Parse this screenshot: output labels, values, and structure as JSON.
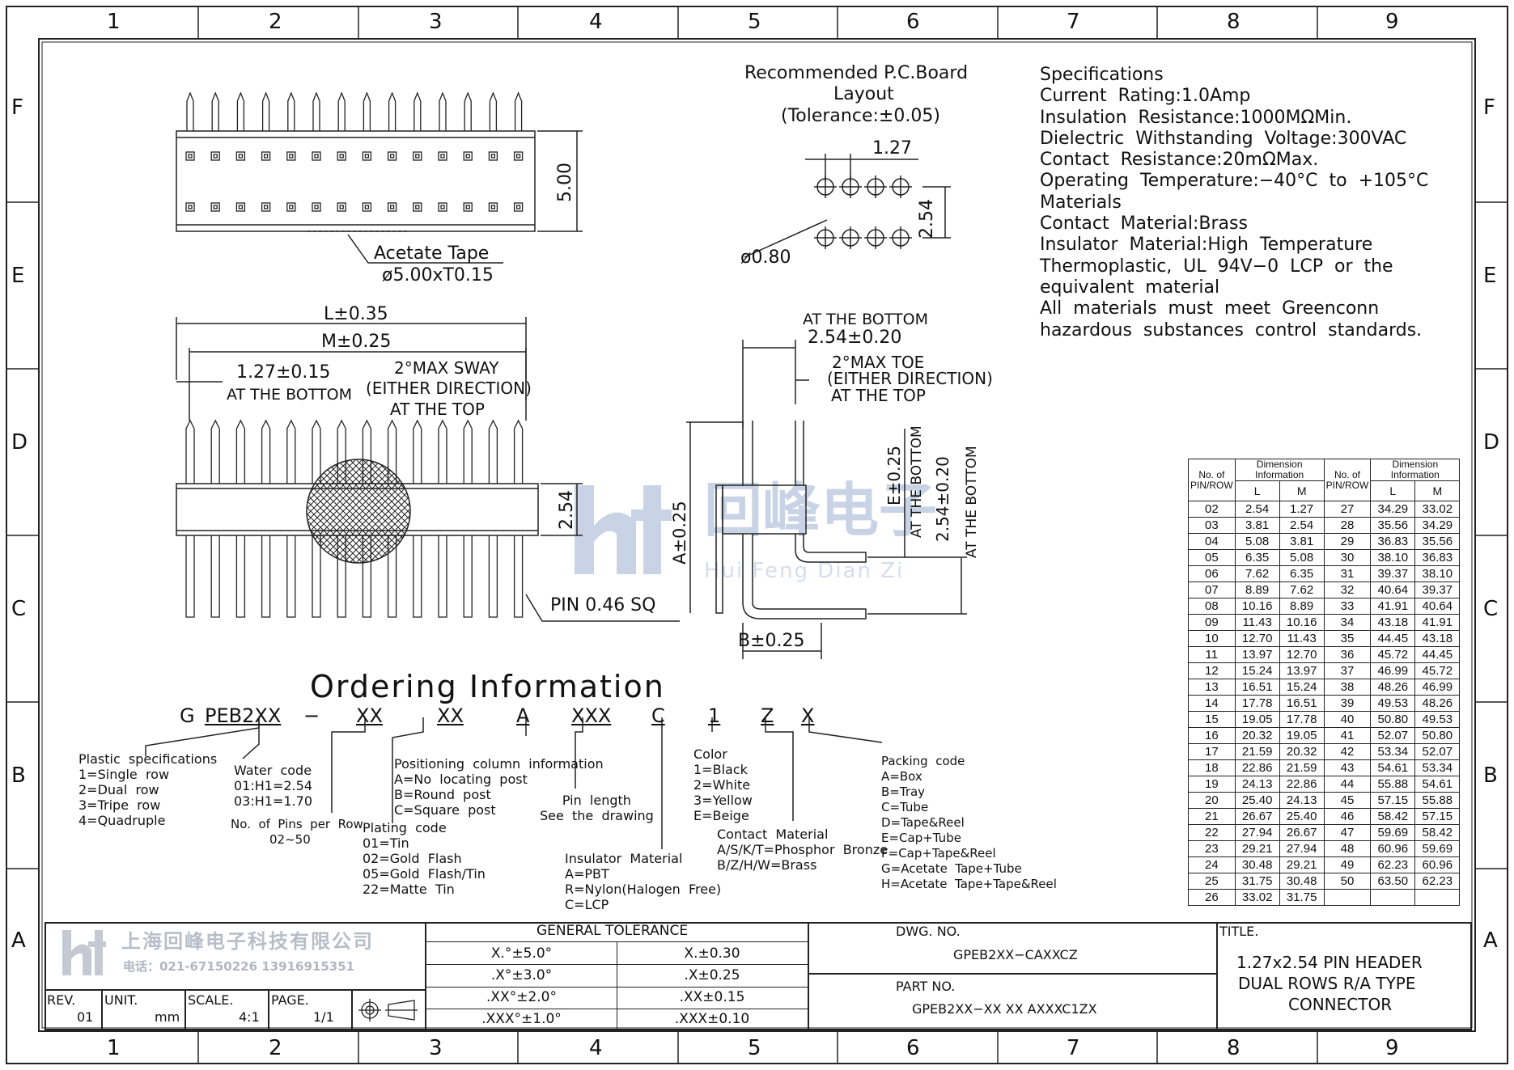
{
  "border": {
    "columns": [
      "1",
      "2",
      "3",
      "4",
      "5",
      "6",
      "7",
      "8",
      "9"
    ],
    "rows": [
      "F",
      "E",
      "D",
      "C",
      "B",
      "A"
    ]
  },
  "pcb_layout": {
    "title_line1": "Recommended P.C.Board",
    "title_line2": "Layout",
    "tolerance": "(Tolerance:±0.05)",
    "pitch": "1.27",
    "row_spacing": "2.54",
    "hole_dia": "ø0.80"
  },
  "specifications": {
    "lines": [
      "Specifications",
      "Current  Rating:1.0Amp",
      "Insulation  Resistance:1000MΩMin.",
      "Dielectric  Withstanding  Voltage:300VAC",
      "Contact  Resistance:20mΩMax.",
      "Operating  Temperature:−40°C  to  +105°C",
      "Materials",
      "Contact  Material:Brass",
      "Insulator  Material:High  Temperature",
      "Thermoplastic,  UL  94V−0  LCP  or  the",
      "equivalent  material",
      "All  materials  must  meet  Greenconn",
      "hazardous  substances  control  standards."
    ]
  },
  "top_view": {
    "height_dim": "5.00",
    "tape_label": "Acetate  Tape",
    "tape_size": "ø5.00xT0.15"
  },
  "front_view": {
    "l_dim": "L±0.35",
    "m_dim": "M±0.25",
    "pitch_dim": "1.27±0.15",
    "pitch_note": "AT THE BOTTOM",
    "sway_1": "2°MAX SWAY",
    "sway_2": "(EITHER DIRECTION)",
    "sway_3": "AT THE TOP",
    "row_dim": "2.54",
    "pin_label": "PIN  0.46  SQ"
  },
  "side_view": {
    "bottom_note": "AT THE BOTTOM",
    "bottom_dim": "2.54±0.20",
    "toe_1": "2°MAX TOE",
    "toe_2": "(EITHER DIRECTION)",
    "toe_3": "AT THE TOP",
    "a_dim": "A±0.25",
    "e_dim": "E±0.25",
    "e_note": "AT THE BOTTOM",
    "v_dim": "2.54±0.20",
    "v_note": "AT THE BOTTOM",
    "b_dim": "B±0.25"
  },
  "watermark": {
    "cn": "回峰电子",
    "en": "Hui Feng Dian Zi"
  },
  "ordering": {
    "title": "Ordering  Information",
    "code_parts": [
      "G",
      "PEB2XX",
      "−",
      "XX",
      "XX",
      "A",
      "XXX",
      "C",
      "1",
      "Z",
      "X"
    ],
    "plastic": [
      "Plastic  specifications",
      "1=Single  row",
      "2=Dual  row",
      "3=Tripe  row",
      "4=Quadruple"
    ],
    "water": [
      "Water  code",
      "01:H1=2.54",
      "03:H1=1.70"
    ],
    "pins": [
      "No.  of  Pins  per  Row",
      "02~50"
    ],
    "positioning": [
      "Positioning  column  information",
      "A=No  locating  post",
      "B=Round  post",
      "C=Square  post"
    ],
    "plating": [
      "Plating  code",
      "01=Tin",
      "02=Gold  Flash",
      "05=Gold  Flash/Tin",
      "22=Matte  Tin"
    ],
    "pin_length": [
      "Pin  length",
      "See  the  drawing"
    ],
    "insulator": [
      "Insulator  Material",
      "A=PBT",
      "R=Nylon(Halogen  Free)",
      "C=LCP"
    ],
    "color": [
      "Color",
      "1=Black",
      "2=White",
      "3=Yellow",
      "E=Beige"
    ],
    "contact": [
      "Contact  Material",
      "A/S/K/T=Phosphor  Bronze",
      "B/Z/H/W=Brass"
    ],
    "packing": [
      "Packing  code",
      "A=Box",
      "B=Tray",
      "C=Tube",
      "D=Tape&Reel",
      "E=Cap+Tube",
      "F=Cap+Tape&Reel",
      "G=Acetate  Tape+Tube",
      "H=Acetate  Tape+Tape&Reel"
    ]
  },
  "dim_table": {
    "h_pins": "No. of PIN/ROW",
    "h_dim": "Dimension Information",
    "h_l": "L",
    "h_m": "M",
    "rows": [
      [
        "02",
        "2.54",
        "1.27",
        "27",
        "34.29",
        "33.02"
      ],
      [
        "03",
        "3.81",
        "2.54",
        "28",
        "35.56",
        "34.29"
      ],
      [
        "04",
        "5.08",
        "3.81",
        "29",
        "36.83",
        "35.56"
      ],
      [
        "05",
        "6.35",
        "5.08",
        "30",
        "38.10",
        "36.83"
      ],
      [
        "06",
        "7.62",
        "6.35",
        "31",
        "39.37",
        "38.10"
      ],
      [
        "07",
        "8.89",
        "7.62",
        "32",
        "40.64",
        "39.37"
      ],
      [
        "08",
        "10.16",
        "8.89",
        "33",
        "41.91",
        "40.64"
      ],
      [
        "09",
        "11.43",
        "10.16",
        "34",
        "43.18",
        "41.91"
      ],
      [
        "10",
        "12.70",
        "11.43",
        "35",
        "44.45",
        "43.18"
      ],
      [
        "11",
        "13.97",
        "12.70",
        "36",
        "45.72",
        "44.45"
      ],
      [
        "12",
        "15.24",
        "13.97",
        "37",
        "46.99",
        "45.72"
      ],
      [
        "13",
        "16.51",
        "15.24",
        "38",
        "48.26",
        "46.99"
      ],
      [
        "14",
        "17.78",
        "16.51",
        "39",
        "49.53",
        "48.26"
      ],
      [
        "15",
        "19.05",
        "17.78",
        "40",
        "50.80",
        "49.53"
      ],
      [
        "16",
        "20.32",
        "19.05",
        "41",
        "52.07",
        "50.80"
      ],
      [
        "17",
        "21.59",
        "20.32",
        "42",
        "53.34",
        "52.07"
      ],
      [
        "18",
        "22.86",
        "21.59",
        "43",
        "54.61",
        "53.34"
      ],
      [
        "19",
        "24.13",
        "22.86",
        "44",
        "55.88",
        "54.61"
      ],
      [
        "20",
        "25.40",
        "24.13",
        "45",
        "57.15",
        "55.88"
      ],
      [
        "21",
        "26.67",
        "25.40",
        "46",
        "58.42",
        "57.15"
      ],
      [
        "22",
        "27.94",
        "26.67",
        "47",
        "59.69",
        "58.42"
      ],
      [
        "23",
        "29.21",
        "27.94",
        "48",
        "60.96",
        "59.69"
      ],
      [
        "24",
        "30.48",
        "29.21",
        "49",
        "62.23",
        "60.96"
      ],
      [
        "25",
        "31.75",
        "30.48",
        "50",
        "63.50",
        "62.23"
      ],
      [
        "26",
        "33.02",
        "31.75",
        "",
        "",
        ""
      ]
    ]
  },
  "title_block": {
    "company": "上海回峰电子科技有限公司",
    "phone": "电话：021-67150226   13916915351",
    "rev_label": "REV.",
    "rev": "01",
    "unit_label": "UNIT.",
    "unit": "mm",
    "scale_label": "SCALE.",
    "scale": "4:1",
    "page_label": "PAGE.",
    "page": "1/1",
    "tol_title": "GENERAL  TOLERANCE",
    "tol": [
      [
        "X.°±5.0°",
        "X.±0.30"
      ],
      [
        ".X°±3.0°",
        ".X±0.25"
      ],
      [
        ".XX°±2.0°",
        ".XX±0.15"
      ],
      [
        ".XXX°±1.0°",
        ".XXX±0.10"
      ]
    ],
    "dwg_label": "DWG.  NO.",
    "dwg": "GPEB2XX−CAXXCZ",
    "part_label": "PART  NO.",
    "part": "GPEB2XX−XX  XX  AXXXC1ZX",
    "title_label": "TITLE.",
    "title_1": "1.27x2.54  PIN  HEADER",
    "title_2": "DUAL  ROWS  R/A  TYPE",
    "title_3": "CONNECTOR"
  },
  "colors": {
    "line": "#222222",
    "watermark": "#c9d3e6"
  }
}
